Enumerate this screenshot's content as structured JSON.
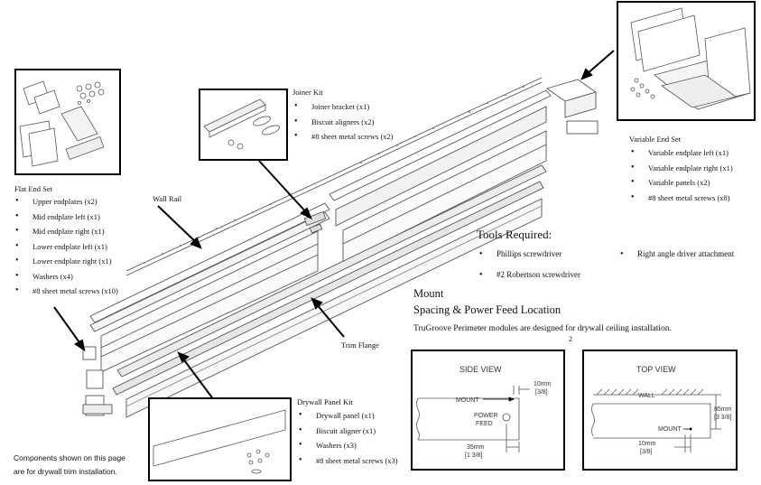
{
  "joiner_kit": {
    "heading": "Joiner Kit",
    "items": [
      "Joiner bracket (x1)",
      "Biscuit aligners (x2)",
      "#8 sheet metal screws (x2)"
    ]
  },
  "flat_end_set": {
    "heading": "Flat End Set",
    "items": [
      "Upper endplates (x2)",
      "Mid endplate left (x1)",
      "Mid endplate right (x1)",
      "Lower endplate left (x1)",
      "Lower endplate right (x1)",
      "Washers (x4)",
      "#8 sheet metal screws (x10)"
    ]
  },
  "variable_end_set": {
    "heading": "Variable End Set",
    "items": [
      "Variable endplate left (x1)",
      "Variable endplate right (x1)",
      "Variable panels (x2)",
      "#8 sheet metal screws (x8)"
    ]
  },
  "drywall_panel_kit": {
    "heading": "Drywall Panel Kit",
    "items": [
      "Drywall panel (x1)",
      "Biscuit aligner (x1)",
      "Washers (x3)",
      "#8 sheet metal screws (x3)"
    ]
  },
  "callouts": {
    "wall_rail": "Wall Rail",
    "trim_flange": "Trim Flange"
  },
  "tools": {
    "title": "Tools Required:",
    "items": [
      "Phillips screwdriver",
      "Right angle driver attachment",
      "#2 Robertson screwdriver"
    ]
  },
  "mount": {
    "title_line1": "Mount",
    "title_line2": "Spacing & Power Feed Location",
    "intro": "TruGroove Perimeter modules are designed for drywall ceiling installation.",
    "page_number": "2"
  },
  "side_view": {
    "title": "SIDE VIEW",
    "mount_label": "MOUNT",
    "power_feed_1": "POWER",
    "power_feed_2": "FEED",
    "dim_top_1": "10mm",
    "dim_top_2": "[3/8]",
    "dim_bottom_1": "35mm",
    "dim_bottom_2": "[1 3/8]"
  },
  "top_view": {
    "title": "TOP VIEW",
    "wall_label": "WALL",
    "mount_label": "MOUNT",
    "dim_right_1": "85mm",
    "dim_right_2": "[3 3/8]",
    "dim_bottom_1": "10mm",
    "dim_bottom_2": "[3/8]"
  },
  "footnote": {
    "line1": "Components shown on this page",
    "line2": "are for drywall trim installation."
  }
}
